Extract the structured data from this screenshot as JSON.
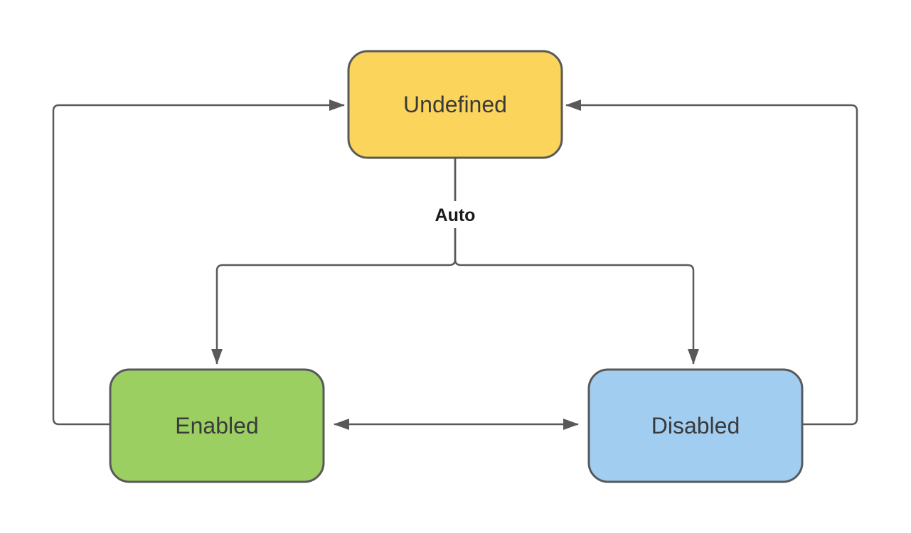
{
  "diagram": {
    "background": "#ffffff",
    "stroke_color": "#595959",
    "text_color": "#3a3a3a",
    "nodes": {
      "undefined": {
        "label": "Undefined",
        "fill": "#FBD45C"
      },
      "enabled": {
        "label": "Enabled",
        "fill": "#9BCF62"
      },
      "disabled": {
        "label": "Disabled",
        "fill": "#A1CDF1"
      }
    },
    "edges": {
      "auto_label": "Auto",
      "relations": [
        "undefined -> enabled (Auto)",
        "undefined -> disabled (Auto)",
        "enabled -> undefined",
        "disabled -> undefined",
        "enabled <-> disabled"
      ]
    }
  }
}
